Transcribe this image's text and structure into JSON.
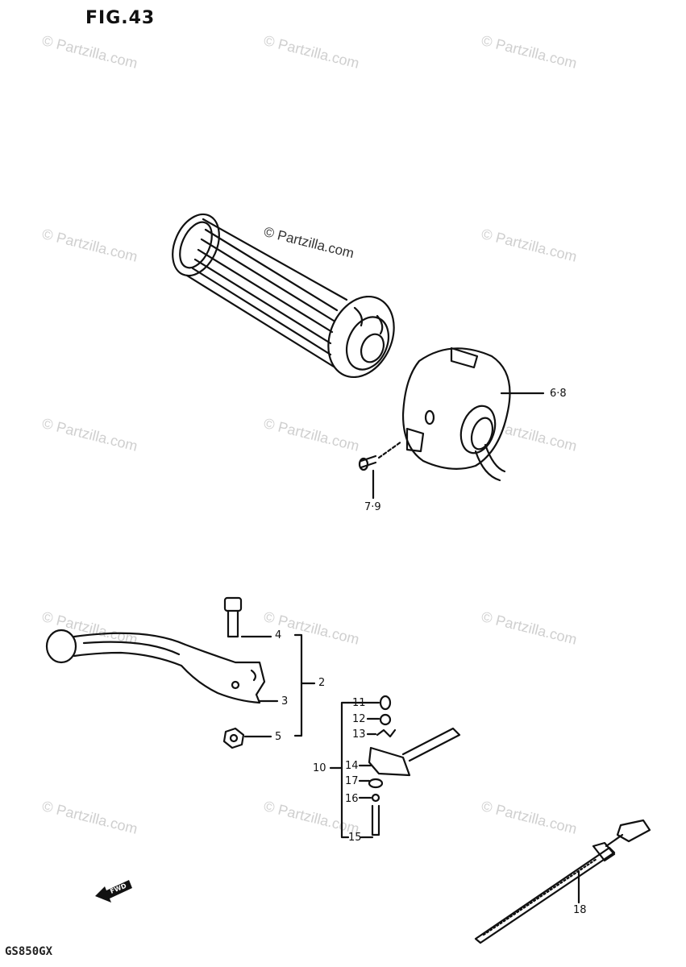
{
  "figure": {
    "title": "FIG.43",
    "model": "GS850GX"
  },
  "watermark": {
    "text": "© Partzilla.com",
    "main": "© Partzilla.com"
  },
  "callouts": [
    {
      "id": "c68",
      "text": "6·8"
    },
    {
      "id": "c79",
      "text": "7·9"
    },
    {
      "id": "c4",
      "text": "4"
    },
    {
      "id": "c2",
      "text": "2"
    },
    {
      "id": "c3",
      "text": "3"
    },
    {
      "id": "c5",
      "text": "5"
    },
    {
      "id": "c11",
      "text": "11"
    },
    {
      "id": "c12",
      "text": "12"
    },
    {
      "id": "c13",
      "text": "13"
    },
    {
      "id": "c10",
      "text": "10"
    },
    {
      "id": "c14",
      "text": "14"
    },
    {
      "id": "c17",
      "text": "17"
    },
    {
      "id": "c16",
      "text": "16"
    },
    {
      "id": "c15",
      "text": "15"
    },
    {
      "id": "c18",
      "text": "18"
    }
  ],
  "forward_marker": {
    "text": "FWD"
  },
  "colors": {
    "ink": "#111111",
    "watermark": "#cfcfcf"
  }
}
